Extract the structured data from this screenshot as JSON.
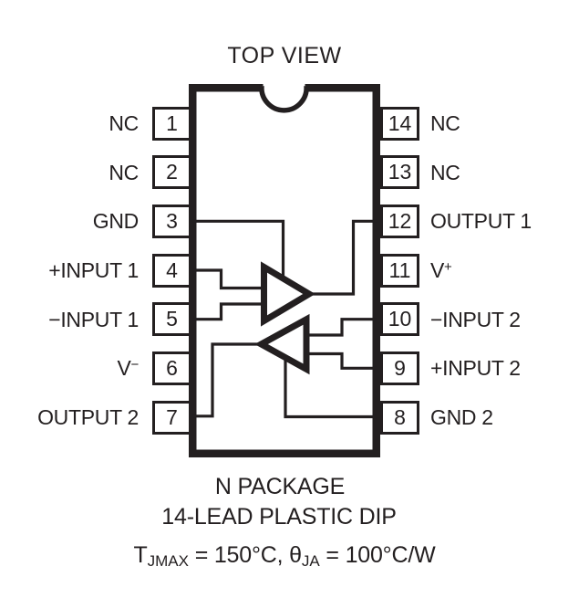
{
  "title": "TOP VIEW",
  "package": {
    "name_line1": "N PACKAGE",
    "name_line2": "14-LEAD PLASTIC DIP"
  },
  "thermal": {
    "t_prefix": "T",
    "t_sub": "JMAX",
    "t_value": " = 150°C, ",
    "theta_prefix": "θ",
    "theta_sub": "JA",
    "theta_value": " = 100°C/W"
  },
  "pins": {
    "left": [
      {
        "number": "1",
        "label": "NC"
      },
      {
        "number": "2",
        "label": "NC"
      },
      {
        "number": "3",
        "label": "GND"
      },
      {
        "number": "4",
        "label": "+INPUT 1"
      },
      {
        "number": "5",
        "label": "−INPUT 1"
      },
      {
        "number": "6",
        "label": "V",
        "sup": "−"
      },
      {
        "number": "7",
        "label": "OUTPUT 2"
      }
    ],
    "right": [
      {
        "number": "14",
        "label": "NC"
      },
      {
        "number": "13",
        "label": "NC"
      },
      {
        "number": "12",
        "label": "OUTPUT 1"
      },
      {
        "number": "11",
        "label": "V",
        "sup": "+"
      },
      {
        "number": "10",
        "label": "−INPUT 2"
      },
      {
        "number": "9",
        "label": "+INPUT 2"
      },
      {
        "number": "8",
        "label": "GND 2"
      }
    ]
  },
  "colors": {
    "ink": "#231f20",
    "background": "#ffffff"
  }
}
